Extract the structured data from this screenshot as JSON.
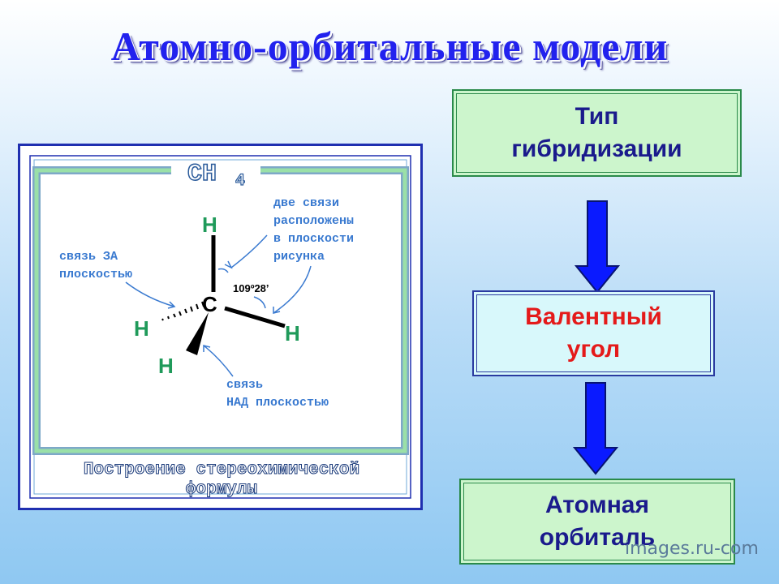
{
  "title": "Атомно-орбитальные модели",
  "flow": {
    "box1": {
      "line1": "Тип",
      "line2": "гибридизации"
    },
    "box2": {
      "line1": "Валентный",
      "line2": "угол"
    },
    "box3": {
      "line1": "Атомная",
      "line2": "орбиталь"
    }
  },
  "figure": {
    "formula_main": "CH",
    "formula_sub": "4",
    "atom_center": "C",
    "atom_h": "H",
    "angle": "109º28’",
    "note_plane_1": "две связи",
    "note_plane_2": "расположены",
    "note_plane_3": "в плоскости",
    "note_plane_4": "рисунка",
    "note_behind_1": "связь ЗА",
    "note_behind_2": "плоскостью",
    "note_above_1": "связь",
    "note_above_2": "НАД плоскостью",
    "caption_1": "Построение стереохимической",
    "caption_2": "формулы"
  },
  "watermark": "images.ru-com",
  "colors": {
    "title": "#2222ee",
    "arrow": "#0a1aff",
    "green_box": "#ccf5cc",
    "cyan_box": "#d8f8fb",
    "red_text": "#e41a1a",
    "figure_green": "#1f9a5a",
    "figure_blue": "#3a7ad0"
  }
}
